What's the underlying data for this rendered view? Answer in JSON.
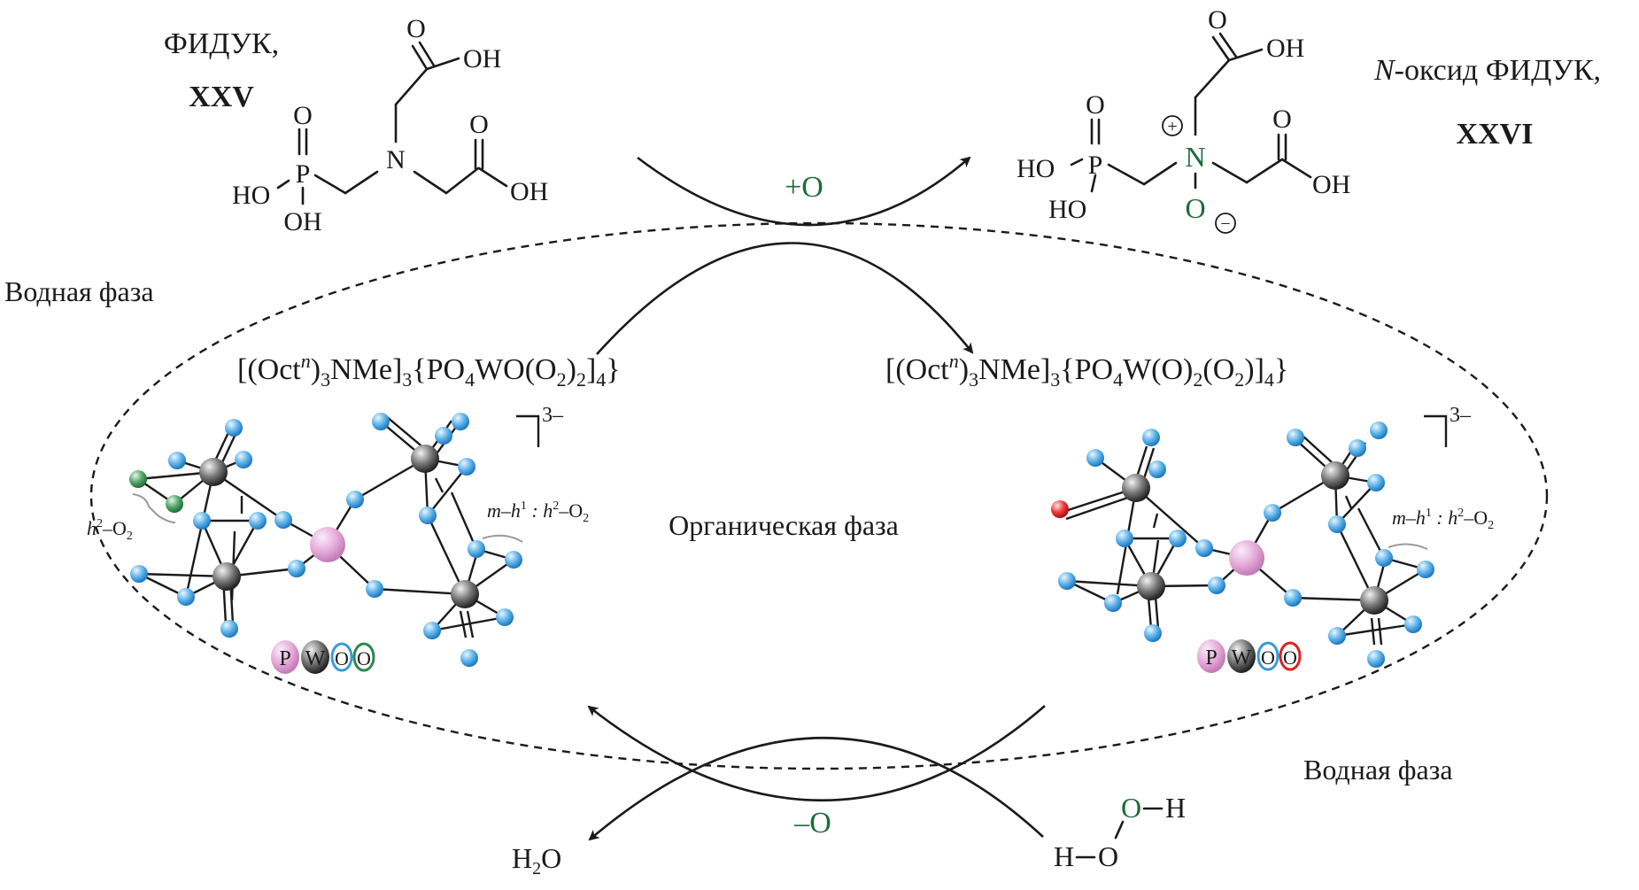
{
  "title": "Каталитический цикл окисления ФИДУК до N-оксида",
  "reactant": {
    "name": "ФИДУК,",
    "label": "XXV",
    "atoms": {
      "O_top_acid": "O",
      "OH_top_acid": "OH",
      "O_P": "O",
      "P": "P",
      "HO_P": "HO",
      "OH_P": "OH",
      "N": "N",
      "O_right_acid": "O",
      "OH_right_acid": "OH"
    }
  },
  "product": {
    "name_italic": "N",
    "name_rest": "-оксид ФИДУК,",
    "label": "XXVI",
    "atoms": {
      "O_top_acid": "O",
      "OH_top_acid": "OH",
      "O_P": "O",
      "P": "P",
      "HO_P1": "HO",
      "HO_P2": "HO",
      "N": "N",
      "O_oxide": "O",
      "plus": "+",
      "minus": "−",
      "O_right_acid": "O",
      "OH_right_acid": "OH"
    }
  },
  "arrows": {
    "top_label": "+O",
    "bottom_label": "–O"
  },
  "phases": {
    "aqueous_left": "Водная фаза",
    "aqueous_right": "Водная фаза",
    "organic": "Органическая фаза"
  },
  "catalysts": {
    "left": {
      "formula_parts": [
        "[(Oct",
        "n",
        ")",
        "3",
        "NMe]",
        "3",
        "{PO",
        "4",
        "WO(O",
        "2",
        ")",
        "2",
        "]",
        "4",
        "}"
      ],
      "charge": "3–",
      "annotation_h": "h",
      "annotation_sup": "2",
      "annotation_rest": "–O",
      "annotation_sub": "2",
      "annotation2_m": "m",
      "annotation2_h": "–h",
      "annotation2_sup1": "1",
      "annotation2_colon": " : h",
      "annotation2_sup2": "2",
      "annotation2_rest": "–O",
      "annotation2_sub": "2",
      "legend": [
        "P",
        "W",
        "O",
        "O"
      ],
      "legend_colors": [
        "#e2a6d6",
        "#555555",
        "#3a9ad9",
        "#2a8a4a"
      ]
    },
    "right": {
      "formula_parts": [
        "[(Oct",
        "n",
        ")",
        "3",
        "NMe]",
        "3",
        "{PO",
        "4",
        "W(O)",
        "2",
        "(O",
        "2",
        ")]",
        "4",
        "}"
      ],
      "charge": "3–",
      "annotation2_m": "m",
      "annotation2_h": "–h",
      "annotation2_sup1": "1",
      "annotation2_colon": " : h",
      "annotation2_sup2": "2",
      "annotation2_rest": "–O",
      "annotation2_sub": "2",
      "legend": [
        "P",
        "W",
        "O",
        "O"
      ],
      "legend_colors": [
        "#e2a6d6",
        "#555555",
        "#3a9ad9",
        "#e02020"
      ]
    }
  },
  "peroxide": {
    "H_left": "H",
    "O_left": "O",
    "O_right": "O",
    "H_right": "H"
  },
  "water": {
    "H": "H",
    "sub": "2",
    "O": "O"
  },
  "colors": {
    "accent_green": "#1e6b3a",
    "atom_P": "#e2a6d6",
    "atom_W": "#555555",
    "atom_O": "#3a9ad9",
    "atom_O_peroxo": "#2a8a4a",
    "atom_O_oxo": "#e02020"
  }
}
